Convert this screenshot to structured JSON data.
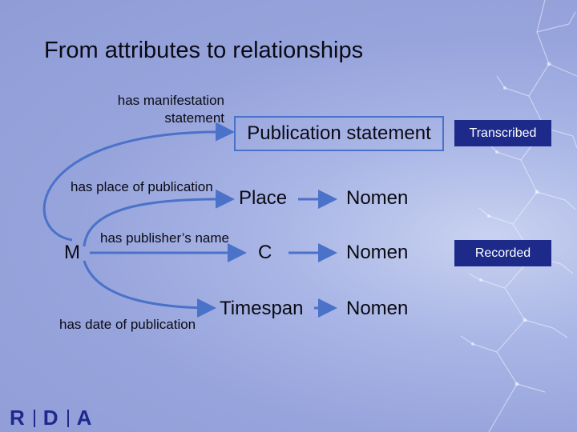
{
  "title": "From attributes to relationships",
  "labels": {
    "manifestation_line1": "has manifestation",
    "manifestation_line2": "statement",
    "place_of_publication": "has place of publication",
    "publisher_name": "has publisher’s name",
    "date_of_publication": "has date of publication"
  },
  "nodes": {
    "m": "M",
    "publication_statement": "Publication statement",
    "place": "Place",
    "c": "C",
    "timespan": "Timespan",
    "nomen_1": "Nomen",
    "nomen_2": "Nomen",
    "nomen_3": "Nomen"
  },
  "tags": {
    "transcribed": "Transcribed",
    "recorded": "Recorded"
  },
  "logo": {
    "letters": [
      "R",
      "D",
      "A"
    ]
  },
  "colors": {
    "arrow": "#4a72c8",
    "tag_bg": "#1d2a8a",
    "box_border": "#4a72c8"
  }
}
